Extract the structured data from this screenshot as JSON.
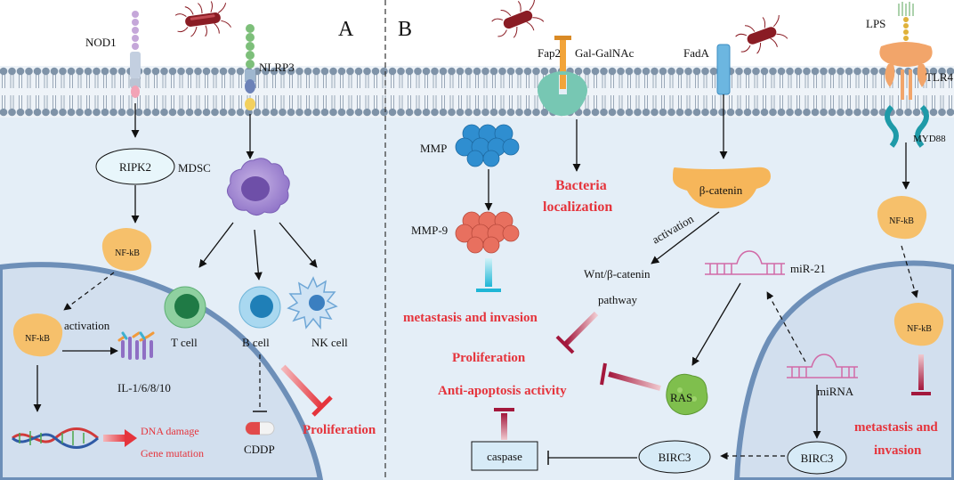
{
  "panel_a": {
    "letter": "A",
    "nod1": "NOD1",
    "nlrp3": "NLRP3",
    "ripk2": "RIPK2",
    "mdsc": "MDSC",
    "nfkb_cyto": "NF-kB",
    "nfkb_nuc": "NF-kB",
    "activation": "activation",
    "il": "IL-1/6/8/10",
    "t_cell": "T cell",
    "b_cell": "B cell",
    "nk_cell": "NK cell",
    "cddp": "CDDP",
    "proliferation": "Proliferation",
    "dna_damage": "DNA damage",
    "gene_mutation": "Gene mutation"
  },
  "panel_b": {
    "letter": "B",
    "fap2": "Fap2",
    "galnac": "Gal-GalNAc",
    "fada": "FadA",
    "lps": "LPS",
    "tlr4": "TLR4",
    "myd88": "MYD88",
    "mmp": "MMP",
    "mmp9": "MMP-9",
    "bacteria_localization_1": "Bacteria",
    "bacteria_localization_2": "localization",
    "beta_catenin": "β-catenin",
    "activation": "activation",
    "wnt_1": "Wnt/β-catenin",
    "wnt_2": "pathway",
    "mir21": "miR-21",
    "nfkb_cyto": "NF-kB",
    "nfkb_nuc": "NF-kB",
    "mirna": "miRNA",
    "metastasis_mid": "metastasis and  invasion",
    "proliferation": "Proliferation",
    "anti_apoptosis": "Anti-apoptosis activity",
    "ras": "RAS",
    "caspase": "caspase",
    "birc3_left": "BIRC3",
    "birc3_right": "BIRC3",
    "metastasis_right_1": "metastasis and",
    "metastasis_right_2": "invasion"
  },
  "colors": {
    "membrane_head": "#7f93a8",
    "cytoplasm": "#e4eef7",
    "nucleus": "#d2dfee",
    "nuclear_envelope": "#6d8fb8",
    "highlight_red": "#e5343c",
    "inhibit_red": "#a3173c",
    "nfkb": "#f6c06b"
  }
}
